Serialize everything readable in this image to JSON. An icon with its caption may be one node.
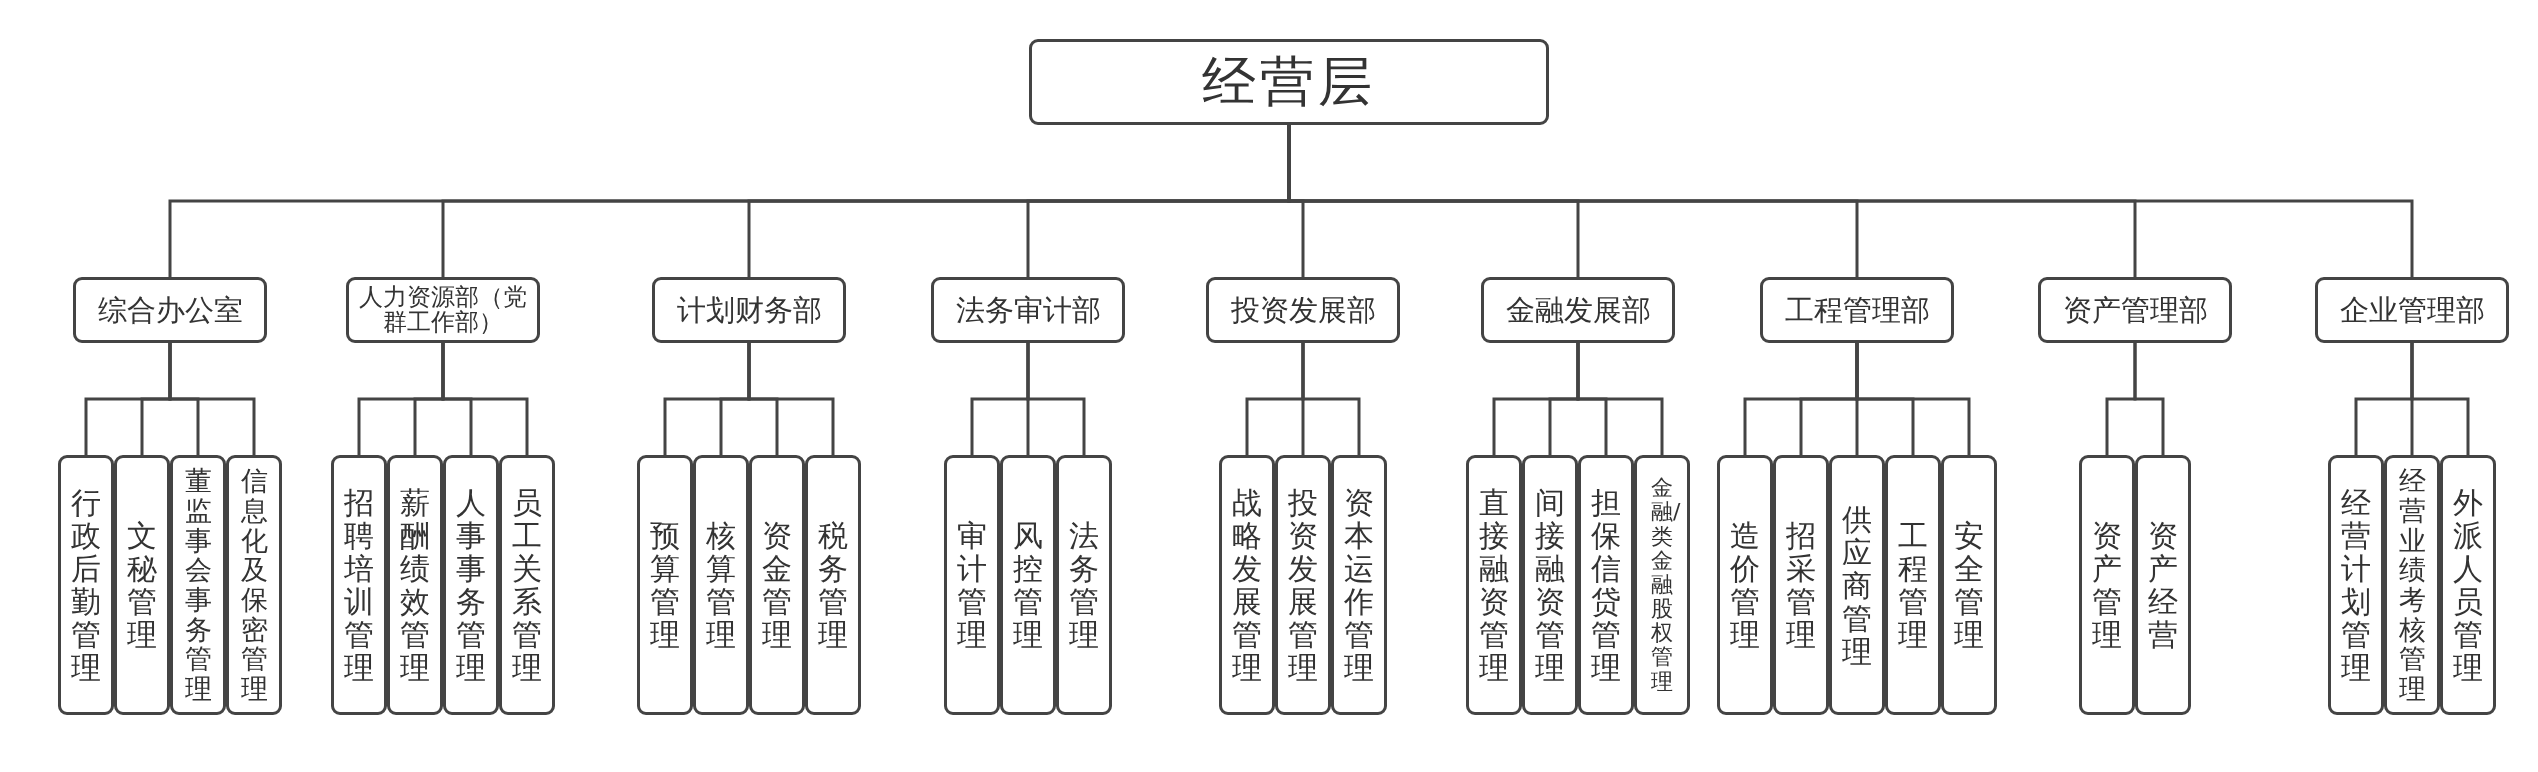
{
  "diagram": {
    "nodes": [
      {
        "text": [
          "经营层"
        ]
      },
      {
        "text": [
          "综合办公室"
        ]
      },
      {
        "text": [
          "人力资源部（党群工作部）"
        ]
      },
      {
        "text": [
          "计划财务部"
        ]
      },
      {
        "text": [
          "法务审计部"
        ]
      },
      {
        "text": [
          "投资发展部"
        ]
      },
      {
        "text": [
          "金融发展部"
        ]
      },
      {
        "text": [
          "工程管理部"
        ]
      },
      {
        "text": [
          "资产管理部"
        ]
      },
      {
        "text": [
          "企业管理部"
        ]
      },
      {
        "text": [
          "行政后勤管理"
        ]
      },
      {
        "text": [
          "文秘管理"
        ]
      },
      {
        "text": [
          "董监事会事务管理"
        ]
      },
      {
        "text": [
          "信息化及保密管理"
        ]
      },
      {
        "text": [
          "招聘培训管理"
        ]
      },
      {
        "text": [
          "薪酬绩效管理"
        ]
      },
      {
        "text": [
          "人事事务管理"
        ]
      },
      {
        "text": [
          "员工关系管理"
        ]
      },
      {
        "text": [
          "预算管理"
        ]
      },
      {
        "text": [
          "核算管理"
        ]
      },
      {
        "text": [
          "资金管理"
        ]
      },
      {
        "text": [
          "税务管理"
        ]
      },
      {
        "text": [
          "审计管理"
        ]
      },
      {
        "text": [
          "风控管理"
        ]
      },
      {
        "text": [
          "法务管理"
        ]
      },
      {
        "text": [
          "战略发展管理"
        ]
      },
      {
        "text": [
          "投资发展管理"
        ]
      },
      {
        "text": [
          "资本运作管理"
        ]
      },
      {
        "text": [
          "直接融资管理"
        ]
      },
      {
        "text": [
          "间接融资管理"
        ]
      },
      {
        "text": [
          "担保信贷管理"
        ]
      },
      {
        "text": [
          "金融/类金融股权管理"
        ]
      },
      {
        "text": [
          "造价管理"
        ]
      },
      {
        "text": [
          "招采管理"
        ]
      },
      {
        "text": [
          "供应商管理"
        ]
      },
      {
        "text": [
          "工程管理"
        ]
      },
      {
        "text": [
          "安全管理"
        ]
      },
      {
        "text": [
          "资产管理"
        ]
      },
      {
        "text": [
          "资产经营"
        ]
      },
      {
        "text": [
          "经营计划管理"
        ]
      },
      {
        "text": [
          "经营业绩考核管理"
        ]
      },
      {
        "text": [
          "外派人员管理"
        ]
      }
    ],
    "edges": [
      {
        "from": 0,
        "to": 1,
        "arrow": "none"
      },
      {
        "from": 0,
        "to": 2,
        "arrow": "none"
      },
      {
        "from": 0,
        "to": 3,
        "arrow": "none"
      },
      {
        "from": 0,
        "to": 4,
        "arrow": "none"
      },
      {
        "from": 0,
        "to": 5,
        "arrow": "none"
      },
      {
        "from": 0,
        "to": 6,
        "arrow": "none"
      },
      {
        "from": 0,
        "to": 7,
        "arrow": "none"
      },
      {
        "from": 0,
        "to": 8,
        "arrow": "none"
      },
      {
        "from": 0,
        "to": 9,
        "arrow": "none"
      },
      {
        "from": 1,
        "to": 10,
        "arrow": "none"
      },
      {
        "from": 1,
        "to": 11,
        "arrow": "none"
      },
      {
        "from": 1,
        "to": 12,
        "arrow": "none"
      },
      {
        "from": 1,
        "to": 13,
        "arrow": "none"
      },
      {
        "from": 2,
        "to": 14,
        "arrow": "none"
      },
      {
        "from": 2,
        "to": 15,
        "arrow": "none"
      },
      {
        "from": 2,
        "to": 16,
        "arrow": "none"
      },
      {
        "from": 2,
        "to": 17,
        "arrow": "none"
      },
      {
        "from": 3,
        "to": 18,
        "arrow": "none"
      },
      {
        "from": 3,
        "to": 19,
        "arrow": "none"
      },
      {
        "from": 3,
        "to": 20,
        "arrow": "none"
      },
      {
        "from": 3,
        "to": 21,
        "arrow": "none"
      },
      {
        "from": 4,
        "to": 22,
        "arrow": "none"
      },
      {
        "from": 4,
        "to": 23,
        "arrow": "none"
      },
      {
        "from": 4,
        "to": 24,
        "arrow": "none"
      },
      {
        "from": 5,
        "to": 25,
        "arrow": "none"
      },
      {
        "from": 5,
        "to": 26,
        "arrow": "none"
      },
      {
        "from": 5,
        "to": 27,
        "arrow": "none"
      },
      {
        "from": 6,
        "to": 28,
        "arrow": "none"
      },
      {
        "from": 6,
        "to": 29,
        "arrow": "none"
      },
      {
        "from": 6,
        "to": 30,
        "arrow": "none"
      },
      {
        "from": 6,
        "to": 31,
        "arrow": "none"
      },
      {
        "from": 7,
        "to": 32,
        "arrow": "none"
      },
      {
        "from": 7,
        "to": 33,
        "arrow": "none"
      },
      {
        "from": 7,
        "to": 34,
        "arrow": "none"
      },
      {
        "from": 7,
        "to": 35,
        "arrow": "none"
      },
      {
        "from": 7,
        "to": 36,
        "arrow": "none"
      },
      {
        "from": 8,
        "to": 37,
        "arrow": "none"
      },
      {
        "from": 8,
        "to": 38,
        "arrow": "none"
      },
      {
        "from": 9,
        "to": 39,
        "arrow": "none"
      },
      {
        "from": 9,
        "to": 40,
        "arrow": "none"
      },
      {
        "from": 9,
        "to": 41,
        "arrow": "none"
      }
    ]
  }
}
